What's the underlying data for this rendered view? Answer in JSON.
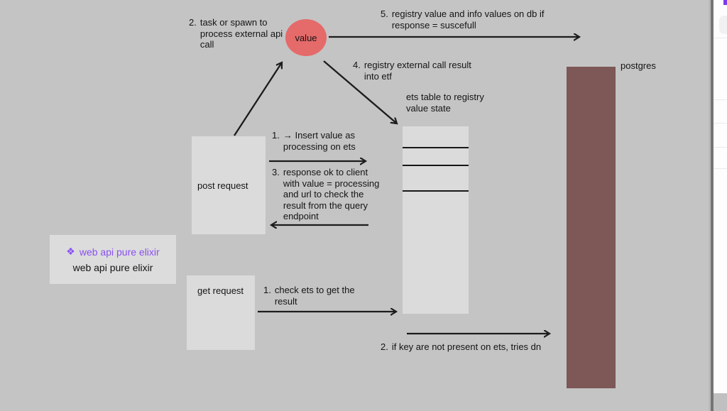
{
  "canvas": {
    "bg": "#c4c4c4",
    "arrow_color": "#1c1c1c"
  },
  "nodes": {
    "value_circle": {
      "label": "value",
      "fill": "#e56a6a"
    },
    "post_request_box": {
      "label": "post request",
      "fill": "#dbdbdb"
    },
    "get_request_box": {
      "label": "get request",
      "fill": "#dbdbdb"
    },
    "web_api_box": {
      "icon": "❖",
      "link_text": "web api pure elixir",
      "text": "web api pure elixir",
      "link_color": "#8950f2",
      "fill": "#dcdcdc"
    },
    "ets_table": {
      "fill": "#dbdbdb",
      "row_count": "3"
    },
    "postgres_box": {
      "label": "postgres",
      "fill": "#7e5757"
    }
  },
  "annotations": {
    "task_spawn": {
      "num": "2.",
      "text": "task or spawn to\nprocess external api\ncall"
    },
    "registry_db": {
      "num": "5.",
      "text": "registry value and info values on db if\nresponse = suscefull"
    },
    "registry_etf": {
      "num": "4.",
      "text": "registry external call result\ninto etf"
    },
    "ets_label": {
      "text": "ets table to registry\nvalue state"
    },
    "insert_value": {
      "num": "1.",
      "text": "→ Insert value as\nprocessing on ets"
    },
    "response_ok": {
      "num": "3.",
      "text": "response ok to client\nwith value = processing\nand url to check the\nresult from the query\nendpoint"
    },
    "check_ets": {
      "num": "1.",
      "text": "check ets to get the\nresult"
    },
    "key_not_present": {
      "num": "2.",
      "text": "if key are not present on ets, tries dn"
    }
  }
}
